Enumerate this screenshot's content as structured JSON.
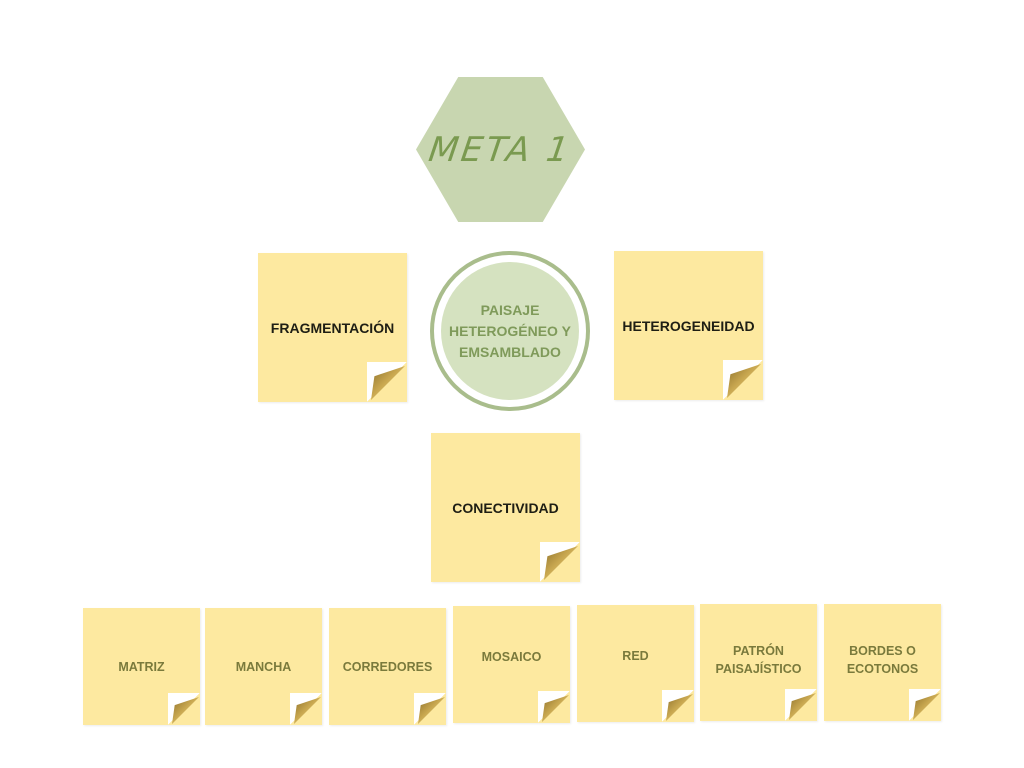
{
  "title": "META 1",
  "center": "PAISAJE HETEROGÉNEO Y EMSAMBLADO",
  "main_notes": [
    "FRAGMENTACIÓN",
    "HETEROGENEIDAD",
    "CONECTIVIDAD"
  ],
  "sub_notes": [
    "MATRIZ",
    "MANCHA",
    "CORREDORES",
    "MOSAICO",
    "RED",
    "PATRÓN PAISAJÍSTICO",
    "BORDES O ECOTONOS"
  ],
  "colors": {
    "note": "#fde9a0",
    "hexagon": "#c8d6b0",
    "circle": "#d5e2c0",
    "green_text": "#7f9a5a"
  }
}
